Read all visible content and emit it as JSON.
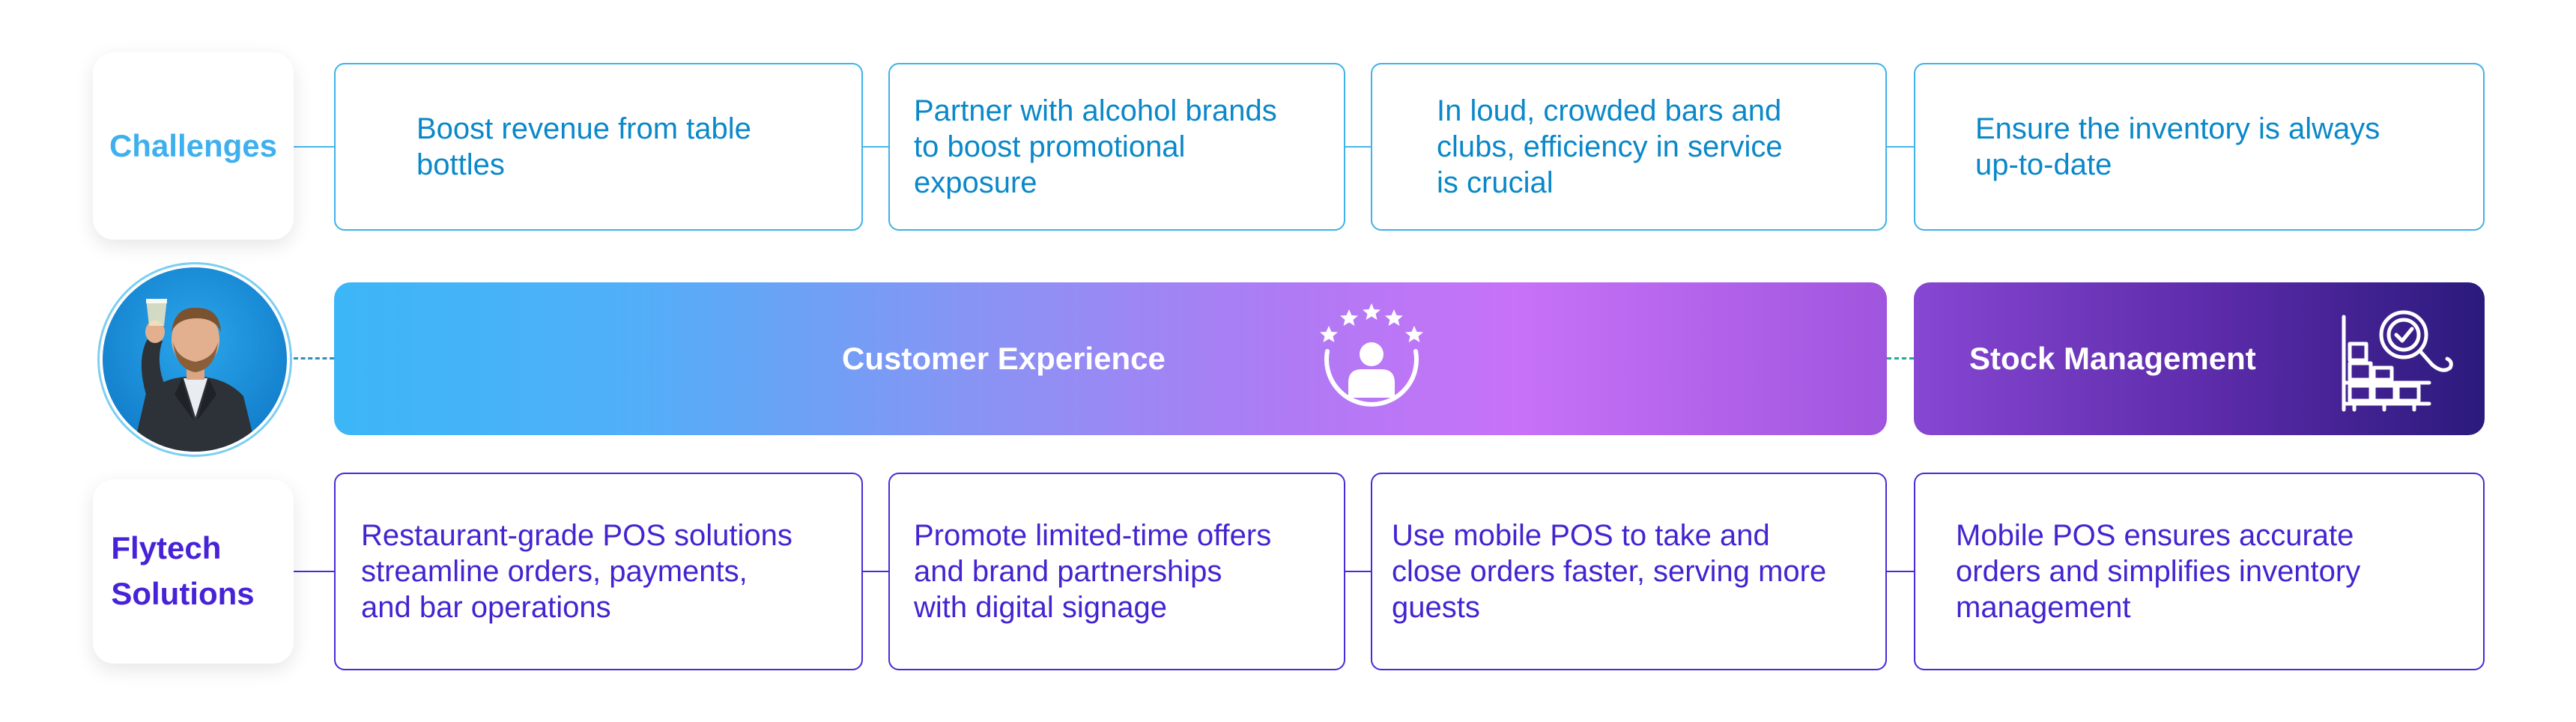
{
  "rows": {
    "challenges_label": "Challenges",
    "solutions_label_line1": "Flytech",
    "solutions_label_line2": "Solutions"
  },
  "challenges": [
    {
      "line1": "Boost revenue from table",
      "line2": "bottles",
      "line3": ""
    },
    {
      "line1": "Partner with alcohol brands",
      "line2": "to boost promotional",
      "line3": "exposure"
    },
    {
      "line1": "In loud, crowded bars and",
      "line2": "clubs, efficiency in service",
      "line3": "is crucial"
    },
    {
      "line1": "Ensure the inventory is always",
      "line2": "up-to-date",
      "line3": ""
    }
  ],
  "banners": {
    "customer_experience": "Customer Experience",
    "stock_management": "Stock Management"
  },
  "solutions": [
    {
      "line1": "Restaurant-grade POS solutions",
      "line2": "streamline orders, payments,",
      "line3": "and bar operations"
    },
    {
      "line1": "Promote limited-time offers",
      "line2": "and brand partnerships",
      "line3": "with digital signage"
    },
    {
      "line1": "Use mobile POS to take and",
      "line2": "close orders faster, serving more",
      "line3": "guests"
    },
    {
      "line1": "Mobile POS ensures accurate",
      "line2": "orders and simplifies inventory",
      "line3": "management"
    }
  ],
  "colors": {
    "challenge_text": "#0a88c9",
    "challenge_border": "#3fb2e8",
    "solution_text": "#4424d0",
    "solution_border": "#4a2ad8",
    "cx_gradient_start": "#3cb6f7",
    "cx_gradient_end": "#a055de",
    "stock_gradient_start": "#8747d2",
    "stock_gradient_end": "#2b1a7c"
  },
  "icons": {
    "customer_experience": "customer-rating-stars-icon",
    "stock_management": "inventory-shelf-search-icon",
    "avatar": "person-toasting-drink-photo"
  }
}
